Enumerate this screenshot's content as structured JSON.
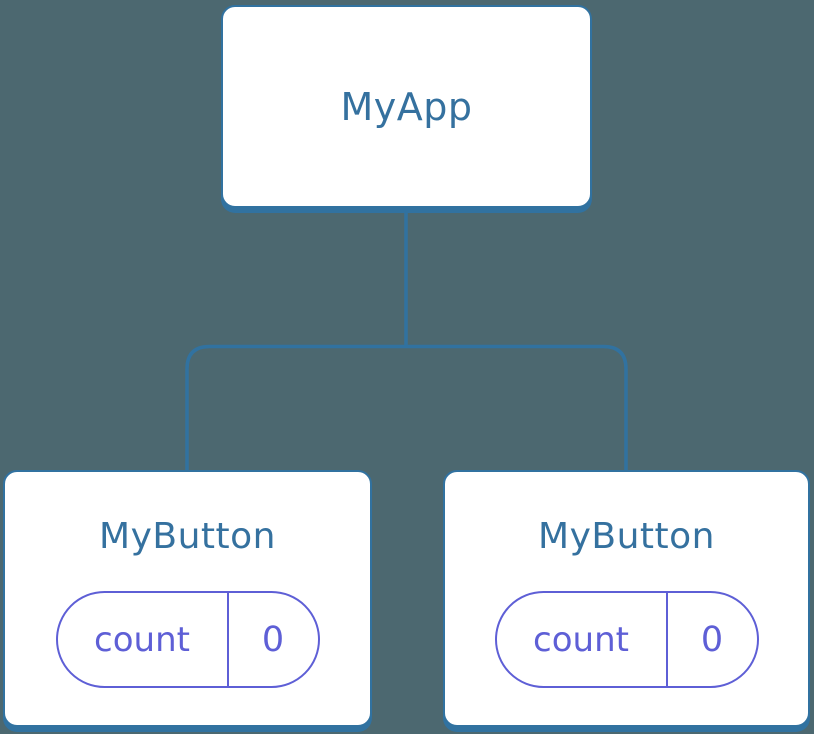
{
  "diagram": {
    "type": "component-tree",
    "root": {
      "label": "MyApp"
    },
    "children": [
      {
        "label": "MyButton",
        "state": {
          "key": "count",
          "value": "0"
        }
      },
      {
        "label": "MyButton",
        "state": {
          "key": "count",
          "value": "0"
        }
      }
    ]
  },
  "colors": {
    "background": "#4C6870",
    "node_background": "#FFFFFF",
    "node_border": "#3172A0",
    "node_label_text": "#35719F",
    "connector_line": "#3172A0",
    "state_accent": "#5E5FD6"
  }
}
